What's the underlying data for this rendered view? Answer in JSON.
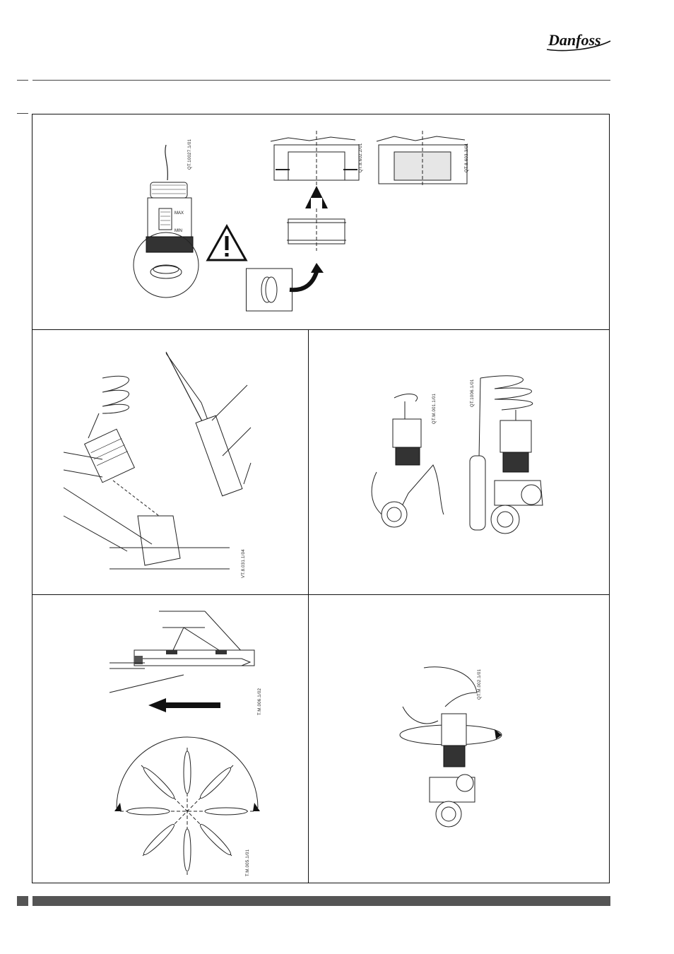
{
  "brand": {
    "logo_text": "Danfoss"
  },
  "figure_codes": {
    "actuator": "QT.10027.1/01",
    "insert_top": "QT.8.602.2/01",
    "insert_installed": "QT.8.603.3/01",
    "mounting_overview": "VT.8.031.1/04",
    "mount_hand": "QT.M.001.1/01",
    "mount_complete": "QT.1006.1/01",
    "sensor_section": "T.M.006.1/02",
    "sensor_orientation": "T.M.005.1/01",
    "tighten": "QT.M.002.1/01"
  },
  "actuator_scale": {
    "max": "MAX",
    "min": "MIN"
  },
  "colors": {
    "frame": "#111111",
    "footer": "#555555"
  }
}
